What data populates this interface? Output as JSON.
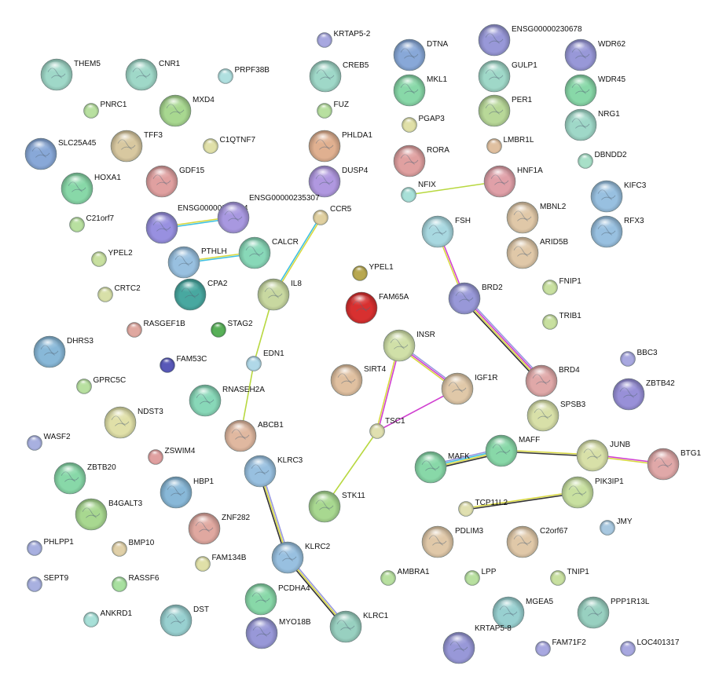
{
  "network": {
    "nodes": [
      {
        "id": "THEM5",
        "color": "#9fd8c8",
        "size": "l"
      },
      {
        "id": "CNR1",
        "color": "#9fd8c8",
        "size": "l"
      },
      {
        "id": "PRPF38B",
        "color": "#b0e0e0",
        "size": "s"
      },
      {
        "id": "CREB5",
        "color": "#9fd8c8",
        "size": "l"
      },
      {
        "id": "KRTAP5-2",
        "color": "#a8a8e0",
        "size": "s"
      },
      {
        "id": "DTNA",
        "color": "#88a8d8",
        "size": "l"
      },
      {
        "id": "ENSG00000230678",
        "color": "#9898d8",
        "size": "l"
      },
      {
        "id": "WDR62",
        "color": "#9898d8",
        "size": "l"
      },
      {
        "id": "PNRC1",
        "color": "#b8e0a0",
        "size": "s"
      },
      {
        "id": "MXD4",
        "color": "#a8d890",
        "size": "l"
      },
      {
        "id": "FUZ",
        "color": "#b8e0a0",
        "size": "s"
      },
      {
        "id": "MKL1",
        "color": "#88d8a8",
        "size": "l"
      },
      {
        "id": "GULP1",
        "color": "#9fd8c8",
        "size": "l"
      },
      {
        "id": "WDR45",
        "color": "#88d8a8",
        "size": "l"
      },
      {
        "id": "SLC25A45",
        "color": "#88a8d8",
        "size": "l"
      },
      {
        "id": "TFF3",
        "color": "#d8c8a0",
        "size": "l"
      },
      {
        "id": "C1QTNF7",
        "color": "#e0e0a8",
        "size": "s"
      },
      {
        "id": "PHLDA1",
        "color": "#e0b090",
        "size": "l"
      },
      {
        "id": "PGAP3",
        "color": "#e0e0a8",
        "size": "s"
      },
      {
        "id": "PER1",
        "color": "#b8d898",
        "size": "l"
      },
      {
        "id": "NRG1",
        "color": "#9fd8c8",
        "size": "l"
      },
      {
        "id": "GDF15",
        "color": "#e0a0a0",
        "size": "l"
      },
      {
        "id": "DUSP4",
        "color": "#b098e0",
        "size": "l"
      },
      {
        "id": "RORA",
        "color": "#e0a0a0",
        "size": "l"
      },
      {
        "id": "LMBR1L",
        "color": "#e0c0a0",
        "size": "s"
      },
      {
        "id": "DBNDD2",
        "color": "#a8e0c8",
        "size": "s"
      },
      {
        "id": "HOXA1",
        "color": "#88d8a8",
        "size": "l"
      },
      {
        "id": "NFIX",
        "color": "#a8e0d8",
        "size": "s"
      },
      {
        "id": "HNF1A",
        "color": "#e0a0a8",
        "size": "l"
      },
      {
        "id": "KIFC3",
        "color": "#98c0e0",
        "size": "l"
      },
      {
        "id": "ENSG00000234704",
        "color": "#9890e0",
        "size": "l"
      },
      {
        "id": "ENSG00000235307",
        "color": "#a898e0",
        "size": "l"
      },
      {
        "id": "CCR5",
        "color": "#e0d0a0",
        "size": "s"
      },
      {
        "id": "C21orf7",
        "color": "#b8e0a0",
        "size": "s"
      },
      {
        "id": "FSH",
        "color": "#a8d8e0",
        "size": "l"
      },
      {
        "id": "MBNL2",
        "color": "#e0c8a8",
        "size": "l"
      },
      {
        "id": "RFX3",
        "color": "#98c0e0",
        "size": "l"
      },
      {
        "id": "YPEL2",
        "color": "#c8e0a0",
        "size": "s"
      },
      {
        "id": "PTHLH",
        "color": "#98c0e0",
        "size": "l"
      },
      {
        "id": "CALCR",
        "color": "#88d8b8",
        "size": "l"
      },
      {
        "id": "ARID5B",
        "color": "#e0c8a8",
        "size": "l"
      },
      {
        "id": "YPEL1",
        "color": "#b8a850",
        "size": "s"
      },
      {
        "id": "CPA2",
        "color": "#48a8a0",
        "size": "l"
      },
      {
        "id": "IL8",
        "color": "#c8d8a0",
        "size": "l"
      },
      {
        "id": "BRD2",
        "color": "#9898d8",
        "size": "l"
      },
      {
        "id": "FNIP1",
        "color": "#c8e0a0",
        "size": "s"
      },
      {
        "id": "CRTC2",
        "color": "#d8e0a8",
        "size": "s"
      },
      {
        "id": "FAM65A",
        "color": "#d83030",
        "size": "l"
      },
      {
        "id": "RASGEF1B",
        "color": "#e0a8a0",
        "size": "s"
      },
      {
        "id": "STAG2",
        "color": "#58b058",
        "size": "s"
      },
      {
        "id": "TRIB1",
        "color": "#c8e0a0",
        "size": "s"
      },
      {
        "id": "INSR",
        "color": "#d0e0a8",
        "size": "l"
      },
      {
        "id": "DHRS3",
        "color": "#88b8d8",
        "size": "l"
      },
      {
        "id": "BBC3",
        "color": "#a8a8e0",
        "size": "s"
      },
      {
        "id": "FAM53C",
        "color": "#5858b8",
        "size": "s"
      },
      {
        "id": "EDN1",
        "color": "#b0d8e8",
        "size": "s"
      },
      {
        "id": "SIRT4",
        "color": "#e0c0a0",
        "size": "l"
      },
      {
        "id": "IGF1R",
        "color": "#e0c8a8",
        "size": "l"
      },
      {
        "id": "BRD4",
        "color": "#e0a8a8",
        "size": "l"
      },
      {
        "id": "ZBTB42",
        "color": "#9890d8",
        "size": "l"
      },
      {
        "id": "GPRC5C",
        "color": "#b8e0a0",
        "size": "s"
      },
      {
        "id": "RNASEH2A",
        "color": "#88d8b8",
        "size": "l"
      },
      {
        "id": "NDST3",
        "color": "#e0e0a8",
        "size": "l"
      },
      {
        "id": "SPSB3",
        "color": "#d8e0a8",
        "size": "l"
      },
      {
        "id": "ABCB1",
        "color": "#e0b8a0",
        "size": "l"
      },
      {
        "id": "TSC1",
        "color": "#e0e0b0",
        "size": "s"
      },
      {
        "id": "WASF2",
        "color": "#a8b0e0",
        "size": "s"
      },
      {
        "id": "ZSWIM4",
        "color": "#e0a0a0",
        "size": "s"
      },
      {
        "id": "MAFK",
        "color": "#88d8a8",
        "size": "l"
      },
      {
        "id": "MAFF",
        "color": "#88d8a8",
        "size": "l"
      },
      {
        "id": "JUNB",
        "color": "#d8e0a8",
        "size": "l"
      },
      {
        "id": "BTG1",
        "color": "#e0a8a8",
        "size": "l"
      },
      {
        "id": "ZBTB20",
        "color": "#88d8a8",
        "size": "l"
      },
      {
        "id": "KLRC3",
        "color": "#98c0e0",
        "size": "l"
      },
      {
        "id": "HBP1",
        "color": "#88b8d8",
        "size": "l"
      },
      {
        "id": "B4GALT3",
        "color": "#a8d890",
        "size": "l"
      },
      {
        "id": "STK11",
        "color": "#a8d890",
        "size": "l"
      },
      {
        "id": "TCP11L2",
        "color": "#e0e0b0",
        "size": "s"
      },
      {
        "id": "PIK3IP1",
        "color": "#c8e0a0",
        "size": "l"
      },
      {
        "id": "ZNF282",
        "color": "#e0a8a0",
        "size": "l"
      },
      {
        "id": "JMY",
        "color": "#a8c8e0",
        "size": "s"
      },
      {
        "id": "PDLIM3",
        "color": "#e0c8a8",
        "size": "l"
      },
      {
        "id": "C2orf67",
        "color": "#e0c8a8",
        "size": "l"
      },
      {
        "id": "BMP10",
        "color": "#e0d0a8",
        "size": "s"
      },
      {
        "id": "PHLPP1",
        "color": "#a8b0e0",
        "size": "s"
      },
      {
        "id": "FAM134B",
        "color": "#e0e0a8",
        "size": "s"
      },
      {
        "id": "KLRC2",
        "color": "#98c0e0",
        "size": "l"
      },
      {
        "id": "SEPT9",
        "color": "#a8b0e0",
        "size": "s"
      },
      {
        "id": "RASSF6",
        "color": "#a8e0a0",
        "size": "s"
      },
      {
        "id": "PCDHA4",
        "color": "#88d8a8",
        "size": "l"
      },
      {
        "id": "AMBRA1",
        "color": "#b8e0a0",
        "size": "s"
      },
      {
        "id": "LPP",
        "color": "#b8e0a0",
        "size": "s"
      },
      {
        "id": "TNIP1",
        "color": "#c8e0a0",
        "size": "s"
      },
      {
        "id": "DST",
        "color": "#98d0d0",
        "size": "l"
      },
      {
        "id": "ANKRD1",
        "color": "#a8e0d8",
        "size": "s"
      },
      {
        "id": "MYO18B",
        "color": "#9898d8",
        "size": "l"
      },
      {
        "id": "KLRC1",
        "color": "#98d0c0",
        "size": "l"
      },
      {
        "id": "MGEA5",
        "color": "#98d0d0",
        "size": "l"
      },
      {
        "id": "PPP1R13L",
        "color": "#98d0c0",
        "size": "l"
      },
      {
        "id": "KRTAP5-8",
        "color": "#9898d8",
        "size": "l"
      },
      {
        "id": "FAM71F2",
        "color": "#a8a8e0",
        "size": "s"
      },
      {
        "id": "LOC401317",
        "color": "#a8a8e0",
        "size": "s"
      }
    ],
    "edges": [
      {
        "a": "ENSG00000234704",
        "b": "ENSG00000235307",
        "colors": [
          "#d8d840",
          "#40c0e0"
        ]
      },
      {
        "a": "PTHLH",
        "b": "CALCR",
        "colors": [
          "#d8d840",
          "#40c0e0"
        ]
      },
      {
        "a": "CCR5",
        "b": "IL8",
        "colors": [
          "#d8d840",
          "#40c0e0"
        ]
      },
      {
        "a": "IL8",
        "b": "EDN1",
        "colors": [
          "#b8d840"
        ]
      },
      {
        "a": "EDN1",
        "b": "ABCB1",
        "colors": [
          "#b8d840"
        ]
      },
      {
        "a": "NFIX",
        "b": "HNF1A",
        "colors": [
          "#b8d840"
        ]
      },
      {
        "a": "FSH",
        "b": "BRD2",
        "colors": [
          "#d040d0",
          "#d8d840"
        ]
      },
      {
        "a": "BRD2",
        "b": "BRD4",
        "colors": [
          "#9898e0",
          "#d040d0",
          "#d8d840",
          "#333333"
        ]
      },
      {
        "a": "INSR",
        "b": "IGF1R",
        "colors": [
          "#9898e0",
          "#d040d0",
          "#d8d840"
        ]
      },
      {
        "a": "INSR",
        "b": "TSC1",
        "colors": [
          "#d040d0",
          "#d8d840"
        ]
      },
      {
        "a": "IGF1R",
        "b": "TSC1",
        "colors": [
          "#d040d0"
        ]
      },
      {
        "a": "TSC1",
        "b": "STK11",
        "colors": [
          "#b8d840"
        ]
      },
      {
        "a": "MAFK",
        "b": "MAFF",
        "colors": [
          "#9898e0",
          "#40c0e0",
          "#d8d840",
          "#333333"
        ]
      },
      {
        "a": "MAFF",
        "b": "JUNB",
        "colors": [
          "#d8d840",
          "#333333"
        ]
      },
      {
        "a": "JUNB",
        "b": "BTG1",
        "colors": [
          "#d040d0",
          "#d8d840"
        ]
      },
      {
        "a": "TCP11L2",
        "b": "PIK3IP1",
        "colors": [
          "#d8d840",
          "#333333"
        ]
      },
      {
        "a": "KLRC3",
        "b": "KLRC2",
        "colors": [
          "#9898e0",
          "#d8d840",
          "#333333"
        ]
      },
      {
        "a": "KLRC2",
        "b": "KLRC1",
        "colors": [
          "#9898e0",
          "#d8d840",
          "#333333"
        ]
      }
    ]
  }
}
